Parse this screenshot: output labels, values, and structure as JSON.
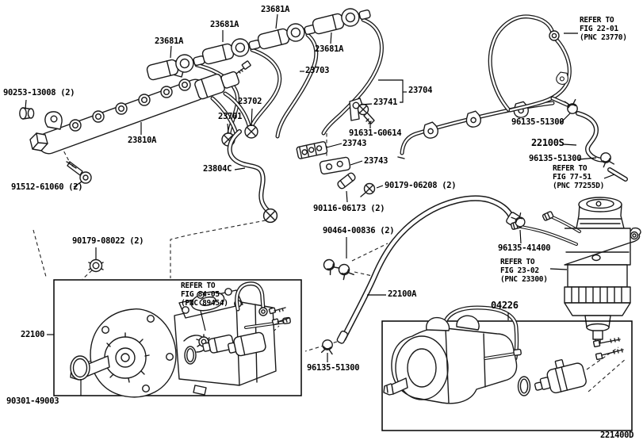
{
  "diagram_title": "Fuel injection system parts diagram",
  "drawing_code": "221400D",
  "part_labels": [
    {
      "text": "23681A"
    },
    {
      "text": "23681A"
    },
    {
      "text": "23681A"
    },
    {
      "text": "23681A"
    },
    {
      "text": "23703"
    },
    {
      "text": "23704"
    },
    {
      "text": "23741"
    },
    {
      "text": "90253-13008 (2)"
    },
    {
      "text": "23702"
    },
    {
      "text": "23701"
    },
    {
      "text": "23810A"
    },
    {
      "text": "91631-G0614"
    },
    {
      "text": "23743"
    },
    {
      "text": "23743"
    },
    {
      "text": "23804C"
    },
    {
      "text": "91512-61060 (2)"
    },
    {
      "text": "90179-06208 (2)"
    },
    {
      "text": "90116-06173 (2)"
    },
    {
      "text": "90464-00836 (2)"
    },
    {
      "text": "90179-08022 (2)"
    },
    {
      "text": "22100"
    },
    {
      "text": "90301-49003"
    },
    {
      "text": "96135-51300"
    },
    {
      "text": "22100A"
    },
    {
      "text": "04226"
    },
    {
      "text": "96135-51300"
    },
    {
      "text": "22100S"
    },
    {
      "text": "96135-51300"
    },
    {
      "text": "96135-41400"
    }
  ],
  "refer_notes": [
    {
      "lines": [
        "REFER TO",
        "FIG 22-01",
        "(PNC 23770)"
      ]
    },
    {
      "lines": [
        "REFER TO",
        "FIG 77-51",
        "(PNC 77255D)"
      ]
    },
    {
      "lines": [
        "REFER TO",
        "FIG 23-02",
        "(PNC 23300)"
      ]
    },
    {
      "lines": [
        "REFER TO",
        "FIG 84-05",
        "(PNC 89454)"
      ]
    }
  ]
}
